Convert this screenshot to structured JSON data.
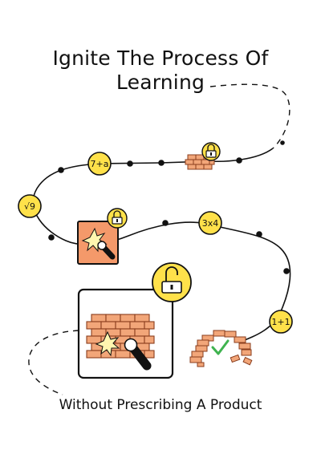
{
  "title": {
    "line1": "Ignite The Process Of",
    "line2": "Learning"
  },
  "subtitle": "Without Prescribing A Product",
  "milestones": {
    "seven_plus_a": "7+a",
    "sqrt_nine": "√9",
    "three_times_four": "3x4",
    "one_plus_one": "1+1"
  },
  "colors": {
    "path": "#111111",
    "circle_fill": "#ffe14a",
    "brick": "#f2a679",
    "brick_outline": "#8a3d1d",
    "tile_bg": "#f4996a",
    "check": "#3fb34f"
  }
}
